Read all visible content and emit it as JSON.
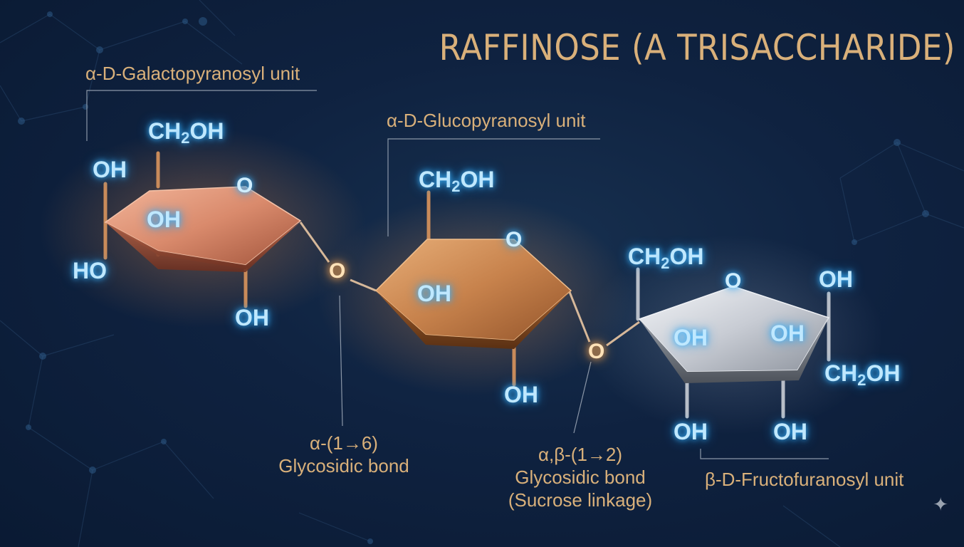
{
  "title": "RAFFINOSE (A TRISACCHARIDE)",
  "units": {
    "galactose": "α-D-Galactopyranosyl unit",
    "glucose": "α-D-Glucopyranosyl unit",
    "fructose": "β-D-Fructofuranosyl unit"
  },
  "bonds": {
    "bond1": {
      "line1": "α-(1→6)",
      "line2": "Glycosidic bond"
    },
    "bond2": {
      "line1": "α,β-(1→2)",
      "line2": "Glycosidic bond",
      "line3": "(Sucrose linkage)"
    }
  },
  "atoms": {
    "oh": "OH",
    "ho": "HO",
    "o": "O",
    "ch2": "CH",
    "sub2": "2",
    "ch2_tail": "OH"
  },
  "colors": {
    "label": "#d9b07a",
    "atom_glow": "#3fb7ff",
    "galactose_ring": "#e08a6a",
    "glucose_ring": "#cf8a55",
    "fructose_ring": "#c9ced6"
  },
  "icons": {
    "sparkle": "✦"
  }
}
